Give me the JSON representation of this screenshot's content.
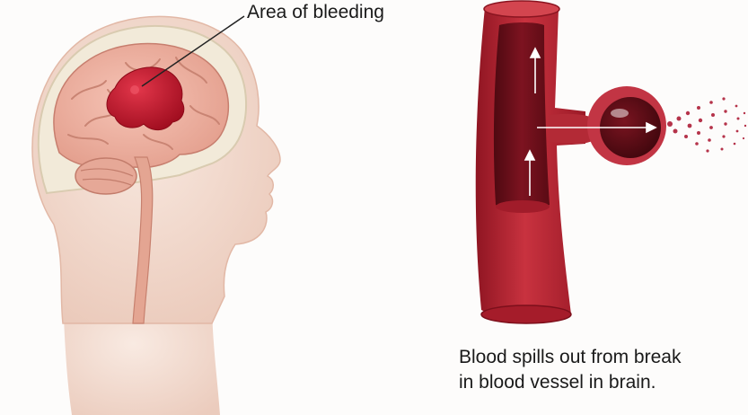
{
  "labels": {
    "bleeding_callout": "Area of bleeding",
    "caption_line_1": "Blood spills out from break",
    "caption_line_2": "in blood vessel in brain."
  },
  "icons": {
    "head": "head-cross-section-illustration",
    "vessel": "ruptured-blood-vessel-illustration"
  },
  "colors": {
    "brain": "#f0b3a4",
    "bleeding": "#c0182c",
    "skin": "#f3ddd2",
    "vessel_wall": "#b72634",
    "vessel_inner": "#6e0f1a"
  }
}
